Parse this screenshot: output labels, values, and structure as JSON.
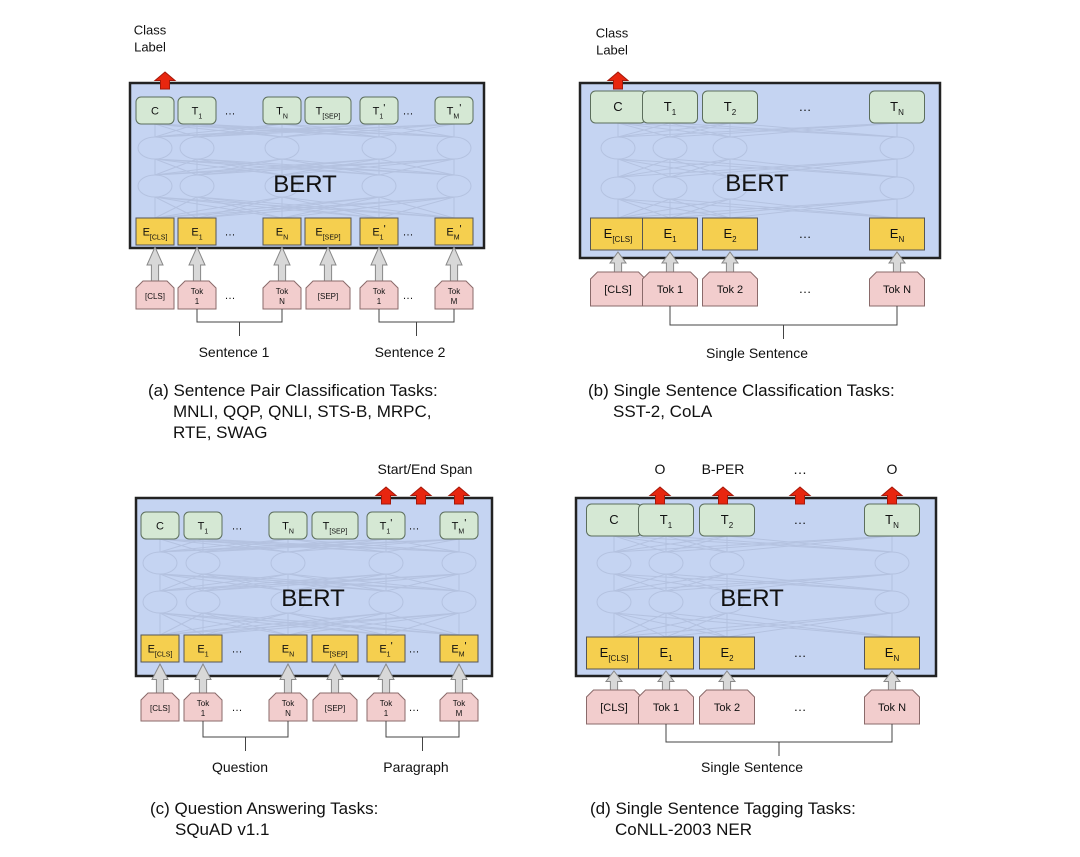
{
  "colors": {
    "bert_fill": "#c5d4f2",
    "bert_stroke": "#222222",
    "t_fill": "#d5e8d4",
    "t_stroke": "#5c6e5c",
    "e_fill": "#f5cf4f",
    "e_stroke": "#555555",
    "tok_fill": "#f2cdcd",
    "tok_stroke": "#8a6a6a",
    "arrow_fill": "#d8d8d8",
    "out_arrow_fill": "#e8260f",
    "bg": "#ffffff"
  },
  "panels": [
    {
      "id": "a",
      "model_label": "BERT",
      "outputs": [
        "C",
        "T_1",
        "…",
        "T_N",
        "T_[SEP]",
        "T_1'",
        "…",
        "T_M'"
      ],
      "embeddings": [
        "E_[CLS]",
        "E_1",
        "…",
        "E_N",
        "E_[SEP]",
        "E_1'",
        "…",
        "E_M'"
      ],
      "tokens": [
        "[CLS]",
        "Tok\n1",
        "…",
        "Tok\nN",
        "[SEP]",
        "Tok\n1",
        "…",
        "Tok\nM"
      ],
      "groups": [
        "Sentence 1",
        "Sentence 2"
      ],
      "top_labels": [
        "Class\nLabel"
      ],
      "caption": [
        "(a) Sentence Pair Classification Tasks:",
        "MNLI, QQP, QNLI, STS-B, MRPC,",
        "RTE, SWAG"
      ]
    },
    {
      "id": "b",
      "model_label": "BERT",
      "outputs": [
        "C",
        "T_1",
        "T_2",
        "…",
        "T_N"
      ],
      "embeddings": [
        "E_[CLS]",
        "E_1",
        "E_2",
        "…",
        "E_N"
      ],
      "tokens": [
        "[CLS]",
        "Tok 1",
        "Tok 2",
        "…",
        "Tok N"
      ],
      "groups": [
        "Single Sentence"
      ],
      "top_labels": [
        "Class\nLabel"
      ],
      "caption": [
        "(b) Single Sentence Classification Tasks:",
        "SST-2, CoLA"
      ]
    },
    {
      "id": "c",
      "model_label": "BERT",
      "outputs": [
        "C",
        "T_1",
        "…",
        "T_N",
        "T_[SEP]",
        "T_1'",
        "…",
        "T_M'"
      ],
      "embeddings": [
        "E_[CLS]",
        "E_1",
        "…",
        "E_N",
        "E_[SEP]",
        "E_1'",
        "…",
        "E_M'"
      ],
      "tokens": [
        "[CLS]",
        "Tok\n1",
        "…",
        "Tok\nN",
        "[SEP]",
        "Tok\n1",
        "…",
        "Tok\nM"
      ],
      "groups": [
        "Question",
        "Paragraph"
      ],
      "top_labels": [
        "Start/End Span"
      ],
      "caption": [
        "(c) Question Answering Tasks:",
        "SQuAD v1.1"
      ]
    },
    {
      "id": "d",
      "model_label": "BERT",
      "outputs": [
        "C",
        "T_1",
        "T_2",
        "…",
        "T_N"
      ],
      "embeddings": [
        "E_[CLS]",
        "E_1",
        "E_2",
        "…",
        "E_N"
      ],
      "tokens": [
        "[CLS]",
        "Tok 1",
        "Tok 2",
        "…",
        "Tok N"
      ],
      "groups": [
        "Single Sentence"
      ],
      "top_labels": [
        "O",
        "B-PER",
        "…",
        "O"
      ],
      "caption": [
        "(d) Single Sentence Tagging Tasks:",
        "CoNLL-2003 NER"
      ]
    }
  ]
}
